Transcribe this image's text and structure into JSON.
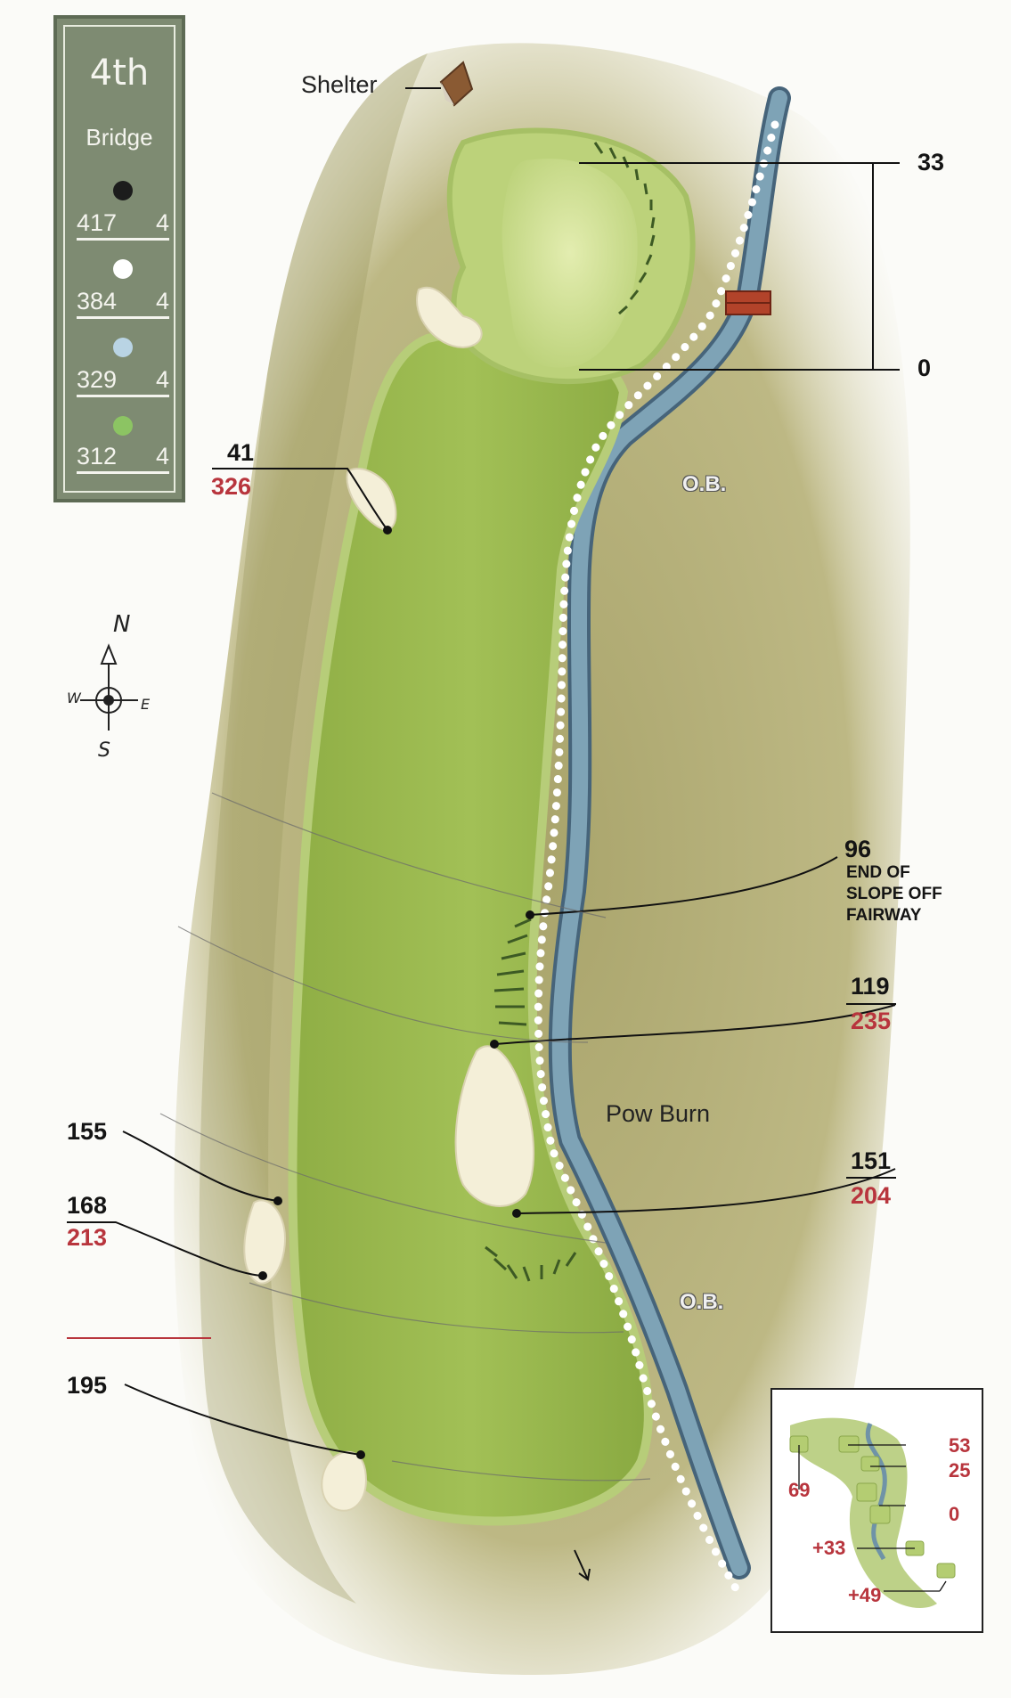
{
  "hole_card": {
    "hole": "4th",
    "name": "Bridge",
    "tees": [
      {
        "color": "#1c1c1c",
        "yards": "417",
        "par": "4"
      },
      {
        "color": "#ffffff",
        "yards": "384",
        "par": "4"
      },
      {
        "color": "#b9d4e4",
        "yards": "329",
        "par": "4"
      },
      {
        "color": "#8cc463",
        "yards": "312",
        "par": "4"
      }
    ]
  },
  "map_labels": {
    "shelter": "Shelter",
    "water": "Pow Burn",
    "ob_1": "O.B.",
    "ob_2": "O.B."
  },
  "green_depth": {
    "back": "33",
    "front": "0"
  },
  "distances": {
    "d41": "41",
    "d326": "326",
    "d96": "96",
    "d96_note": [
      "END OF",
      "SLOPE OFF",
      "FAIRWAY"
    ],
    "d119": "119",
    "d235": "235",
    "d151": "151",
    "d204": "204",
    "d155": "155",
    "d168": "168",
    "d213": "213",
    "d195": "195"
  },
  "compass": {
    "n": "N",
    "s": "S",
    "e": "E",
    "w": "W"
  },
  "green_inset": {
    "l53": "53",
    "l25": "25",
    "l0": "0",
    "l69": "69",
    "l33": "+33",
    "l49": "+49"
  },
  "colors": {
    "rough": "#b7b17a",
    "fairway": "#9dbb4f",
    "green": "#d7e49c",
    "burn": "#6f93a7",
    "bunker": "#f4efd8",
    "yardage_red": "#b8353d"
  }
}
